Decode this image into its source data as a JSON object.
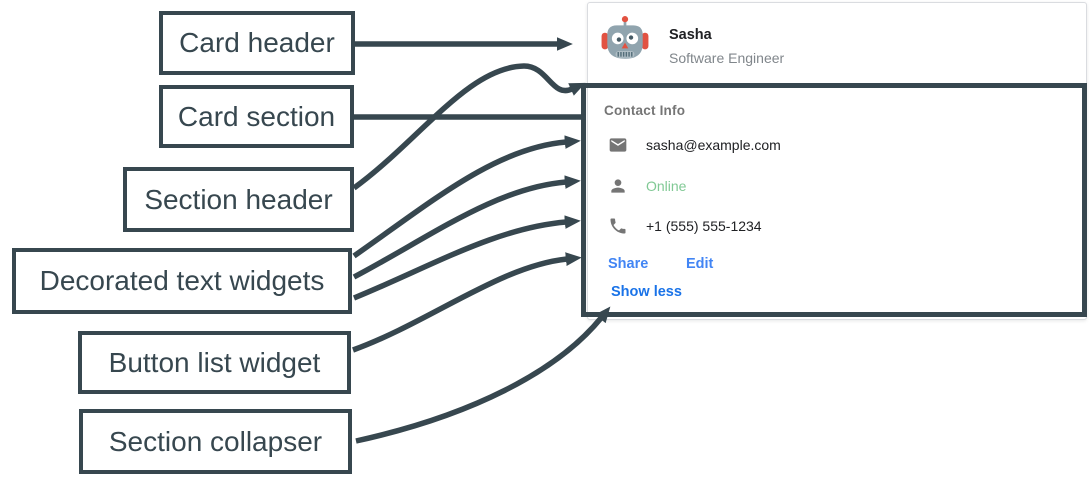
{
  "labels": [
    {
      "text": "Card header"
    },
    {
      "text": "Card section"
    },
    {
      "text": "Section header"
    },
    {
      "text": "Decorated text widgets"
    },
    {
      "text": "Button list widget"
    },
    {
      "text": "Section collapser"
    }
  ],
  "card": {
    "header": {
      "avatar_icon": "robot-avatar",
      "name": "Sasha",
      "subtitle": "Software Engineer"
    },
    "section": {
      "header": "Contact Info",
      "rows": [
        {
          "icon": "email-icon",
          "text": "sasha@example.com"
        },
        {
          "icon": "person-icon",
          "text": "Online"
        },
        {
          "icon": "phone-icon",
          "text": "+1 (555) 555-1234"
        }
      ],
      "buttons": [
        {
          "label": "Share"
        },
        {
          "label": "Edit"
        }
      ],
      "collapser": {
        "label": "Show less"
      }
    }
  },
  "colors": {
    "annotation": "#37474f",
    "card_border": "#dadce0",
    "button_blue": "#4285f4",
    "collapser_blue": "#1a73e8",
    "online_green": "#81c995",
    "muted_text": "#757575",
    "dark_text": "#202124"
  }
}
